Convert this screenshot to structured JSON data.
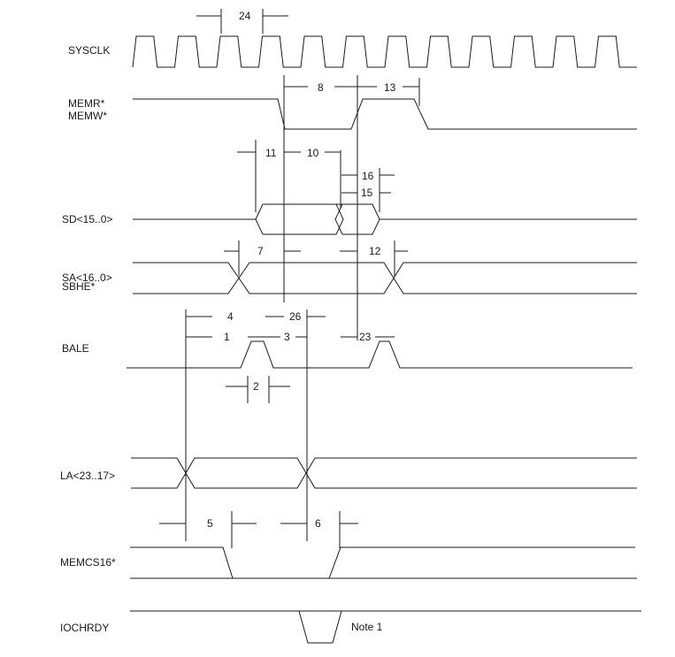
{
  "signals": {
    "sysclk": "SYSCLK",
    "memr": "MEMR*",
    "memw": "MEMW*",
    "sd": "SD<15..0>",
    "sa": "SA<16..0>",
    "sbhe": "SBHE*",
    "bale": "BALE",
    "la": "LA<23..17>",
    "memcs16": "MEMCS16*",
    "iochrdy": "IOCHRDY"
  },
  "timing_labels": {
    "t1": "1",
    "t2": "2",
    "t3": "3",
    "t4": "4",
    "t5": "5",
    "t6": "6",
    "t7": "7",
    "t8": "8",
    "t10": "10",
    "t11": "11",
    "t12": "12",
    "t13": "13",
    "t15": "15",
    "t16": "16",
    "t23": "23",
    "t24": "24",
    "t26": "26"
  },
  "note": "Note 1"
}
